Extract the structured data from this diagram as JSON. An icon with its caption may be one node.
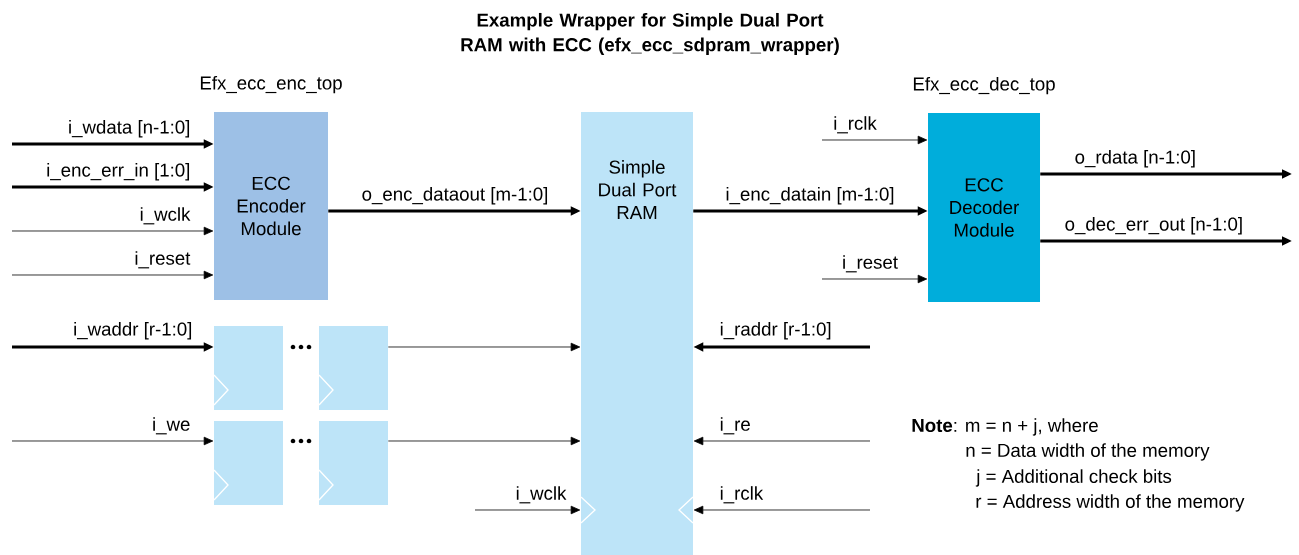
{
  "diagram": {
    "title": "Example Wrapper for Simple Dual Port RAM with ECC (efx_ecc_sdpram_wrapper)",
    "nodes": [
      {
        "text": [
          "Efx_ecc_enc_top",
          "ECC Encoder Module"
        ]
      },
      {
        "text": [
          "Simple Dual Port RAM"
        ]
      },
      {
        "text": [
          "Efx_ecc_dec_top",
          "ECC Decoder Module"
        ]
      },
      {
        "text": [],
        "shape": "box"
      },
      {
        "text": [],
        "shape": "box"
      },
      {
        "text": [],
        "shape": "box"
      },
      {
        "text": [],
        "shape": "box"
      }
    ],
    "edges": [
      {
        "from": null,
        "to": 0,
        "arrow": "to",
        "label": "i_wdata [n-1:0]",
        "style": "thick"
      },
      {
        "from": null,
        "to": 0,
        "arrow": "to",
        "label": "i_enc_err_in [1:0]",
        "style": "thick"
      },
      {
        "from": null,
        "to": 0,
        "arrow": "to",
        "label": "i_wclk"
      },
      {
        "from": null,
        "to": 0,
        "arrow": "to",
        "label": "i_reset"
      },
      {
        "from": 0,
        "to": 1,
        "arrow": "to",
        "label": "o_enc_dataout [m-1:0]",
        "style": "thick"
      },
      {
        "from": 1,
        "to": 2,
        "arrow": "to",
        "label": "i_enc_datain [m-1:0]",
        "style": "thick"
      },
      {
        "from": null,
        "to": 2,
        "arrow": "to",
        "label": "i_rclk"
      },
      {
        "from": null,
        "to": 2,
        "arrow": "to",
        "label": "i_reset"
      },
      {
        "from": 2,
        "to": null,
        "arrow": "to",
        "label": "o_rdata [n-1:0]",
        "style": "thick"
      },
      {
        "from": 2,
        "to": null,
        "arrow": "to",
        "label": "o_dec_err_out [n-1:0]",
        "style": "thick"
      },
      {
        "from": null,
        "to": 3,
        "arrow": "to",
        "label": "i_waddr [r-1:0]",
        "style": "thick"
      },
      {
        "from": 4,
        "to": 1,
        "arrow": "to"
      },
      {
        "from": null,
        "to": 5,
        "arrow": "to",
        "label": "i_we"
      },
      {
        "from": 6,
        "to": 1,
        "arrow": "to"
      },
      {
        "from": null,
        "to": 1,
        "arrow": "to",
        "label": "i_wclk"
      },
      {
        "from": null,
        "to": 1,
        "arrow": "to",
        "label": "i_raddr [r-1:0]",
        "style": "thick"
      },
      {
        "from": null,
        "to": 1,
        "arrow": "to",
        "label": "i_re"
      },
      {
        "from": null,
        "to": 1,
        "arrow": "to",
        "label": "i_rclk"
      }
    ],
    "labels": [
      "**Note**: m = n + j, where",
      "n = Data width of the memory",
      "j = Additional check bits",
      "r = Address width of the memory"
    ]
  }
}
